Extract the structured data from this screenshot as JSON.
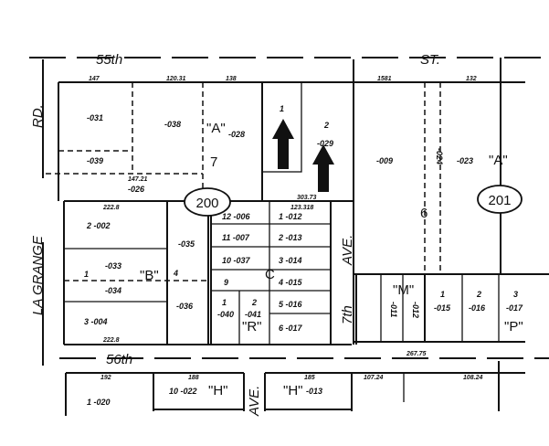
{
  "streets": {
    "north": "55th",
    "north_suffix": "ST.",
    "south": "56th",
    "west_a": "LA GRANGE",
    "west_b": "RD.",
    "east_a": "7th",
    "east_b": "AVE.",
    "south_ave": "AVE."
  },
  "block_numbers": {
    "left": "200",
    "right": "201"
  },
  "subdivisions": {
    "a_left": "\"A\"",
    "a_right": "\"A\"",
    "b": "\"B\"",
    "c": "C",
    "r": "\"R\"",
    "m": "\"M\"",
    "p": "\"P\"",
    "h_left": "\"H\"",
    "h_right": "\"H\""
  },
  "blocks": {
    "b7": "7",
    "b6": "6"
  },
  "parcels": {
    "p031": "-031",
    "p038": "-038",
    "p039": "-039",
    "p028": "-028",
    "p026": "-026",
    "lot1": "1",
    "lot2": "2",
    "p029": "-029",
    "p009": "-009",
    "p024": "-024",
    "p023": "-023",
    "l2_002": "2  -002",
    "p033": "-033",
    "l1": "1",
    "p034": "-034",
    "l3_004": "3  -004",
    "p035": "-035",
    "p036": "-036",
    "l4": "4",
    "l12_006": "12 -006",
    "l11_007": "11 -007",
    "l10_037": "10 -037",
    "l9": "9",
    "l1_012": "1  -012",
    "l2_013": "2  -013",
    "l3_014": "3  -014",
    "l4_015": "4  -015",
    "l5_016": "5  -016",
    "l6_017": "6  -017",
    "r1": "1",
    "r2": "2",
    "p040": "-040",
    "p041": "-041",
    "m011": "-011",
    "m012": "-012",
    "pl1": "1",
    "pl2": "2",
    "pl3": "3",
    "p015": "-015",
    "p016": "-016",
    "p017": "-017",
    "h10": "10 -022",
    "h013": "-013",
    "h1": "1  -020"
  },
  "dims": {
    "d1": "147",
    "d2": "120.31",
    "d3": "138",
    "d4": "147.21",
    "d5": "222.8",
    "d6": "303.73",
    "d7": "132",
    "d8": "1581",
    "d9": "222.8",
    "d10": "123.318",
    "d11": "192",
    "d12": "188",
    "d13": "185",
    "d14": "107.24",
    "d15": "108.24",
    "d16": "267.75"
  }
}
